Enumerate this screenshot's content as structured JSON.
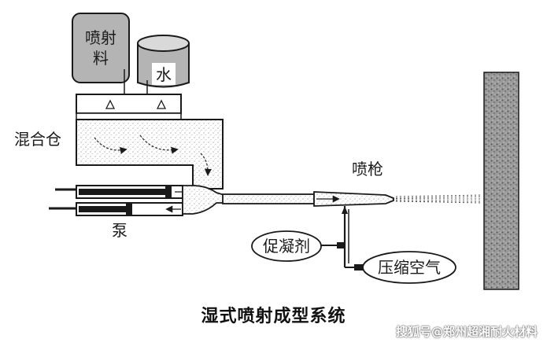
{
  "diagram": {
    "labels": {
      "spray_material": [
        "喷射",
        "料"
      ],
      "water": "水",
      "mixing_chamber": "混合仓",
      "nozzle": "喷枪",
      "pump": "泵",
      "accelerator": "促凝剂",
      "compressed_air": "压缩空气"
    },
    "caption": "湿式喷射成型系统",
    "watermark": "搜狐号@郑州超湘耐火材料"
  },
  "colors": {
    "line": "#1a1a1a",
    "fill_gray": "#9a9a9a",
    "speckle": "#6e6e6e",
    "wall": "#8c8c8c"
  }
}
